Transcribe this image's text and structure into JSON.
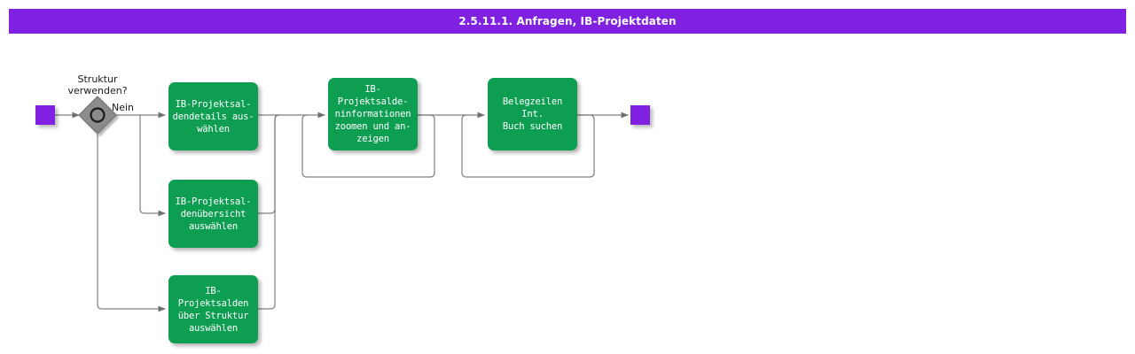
{
  "header": {
    "title": "2.5.11.1. Anfragen, IB-Projektdaten",
    "background_color": "#8020e0",
    "text_color": "#ffffff"
  },
  "palette": {
    "process_green": "#0e9e52",
    "terminator_purple": "#8020e0",
    "decision_gray": "#808080",
    "connector_gray": "#808080",
    "page_background": "#ffffff"
  },
  "diagram": {
    "type": "flowchart",
    "start_node": {
      "name": "start-terminator",
      "shape": "square",
      "color": "#8020e0"
    },
    "end_node": {
      "name": "end-terminator",
      "shape": "square",
      "color": "#8020e0"
    },
    "decision": {
      "label": "Struktur\nverwenden?",
      "shape": "diamond-with-circle",
      "branch_label": "Nein"
    },
    "processes": [
      {
        "id": "proc-1",
        "label": "IB-Projektsal-\ndendetails aus-\nwählen",
        "plain": "IB-Projektsaldendetails auswählen"
      },
      {
        "id": "proc-2",
        "label": "IB-Projektsal-\ndenübersicht\nauswählen",
        "plain": "IB-Projektsaldenübersicht auswählen"
      },
      {
        "id": "proc-3",
        "label": "IB-Projektsalden\nüber Struktur\nauswählen",
        "plain": "IB-Projektsalden über Struktur auswählen"
      },
      {
        "id": "proc-4",
        "label": "IB-Projektsalde-\nninformationen\nzoomen und an-\nzeigen",
        "plain": "IB-Projektsaldeninformationen zoomen und anzeigen"
      },
      {
        "id": "proc-5",
        "label": "Belegzeilen Int.\nBuch suchen",
        "plain": "Belegzeilen Int. Buch suchen"
      }
    ]
  }
}
